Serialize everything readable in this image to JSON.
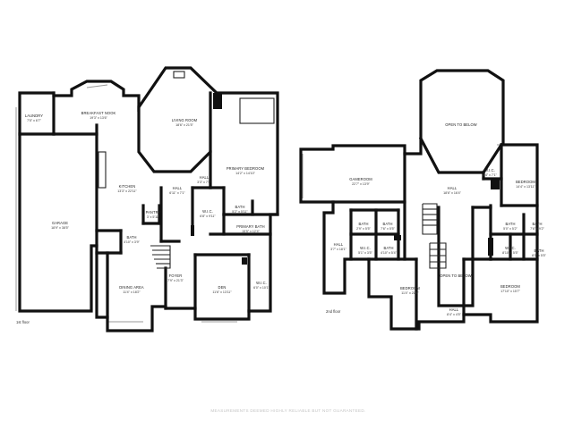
{
  "floors": [
    {
      "label": "1st floor",
      "rooms": [
        {
          "key": "laundry",
          "name": "LAUNDRY",
          "dims": "7'5\" x 6'7\""
        },
        {
          "key": "breakfast_nook",
          "name": "BREAKFAST NOOK",
          "dims": "19'3\" x 13'6\""
        },
        {
          "key": "living_room",
          "name": "LIVING ROOM",
          "dims": "18'6\" x 21'5\""
        },
        {
          "key": "kitchen",
          "name": "KITCHEN",
          "dims": "13'3\" x 22'11\""
        },
        {
          "key": "garage",
          "name": "GARAGE",
          "dims": "18'9\" x 38'5\""
        },
        {
          "key": "pantry",
          "name": "PANTRY",
          "dims": "3' x 5'11\""
        },
        {
          "key": "bath_1",
          "name": "BATH",
          "dims": "4'10\" x 3'9\""
        },
        {
          "key": "hall_1",
          "name": "HALL",
          "dims": "6'11\" x 7'1\""
        },
        {
          "key": "hall_2",
          "name": "HALL",
          "dims": "3'3\" x 7'5\""
        },
        {
          "key": "wic_1",
          "name": "W.I.C.",
          "dims": "6'8\" x 9'11\""
        },
        {
          "key": "bath_2",
          "name": "BATH",
          "dims": "5'2\" x 5'11\""
        },
        {
          "key": "primary_bedroom",
          "name": "PRIMARY BEDROOM",
          "dims": "14'2\" x 14'10\""
        },
        {
          "key": "primary_bath",
          "name": "PRIMARY BATH",
          "dims": "15'5\" x 12'4\""
        },
        {
          "key": "foyer",
          "name": "FOYER",
          "dims": "7'9\" x 21'3\""
        },
        {
          "key": "dining_area",
          "name": "DINING AREA",
          "dims": "11'4\" x 18'2\""
        },
        {
          "key": "den",
          "name": "DEN",
          "dims": "11'6\" x 13'11\""
        },
        {
          "key": "wic_2",
          "name": "W.I.C.",
          "dims": "6'0\" x 10'1\""
        }
      ]
    },
    {
      "label": "2nd floor",
      "rooms": [
        {
          "key": "open_below_1",
          "name": "OPEN TO BELOW",
          "dims": ""
        },
        {
          "key": "gameroom",
          "name": "GAMEROOM",
          "dims": "22'7\" x 13'9\""
        },
        {
          "key": "hall_3",
          "name": "HALL",
          "dims": "18'6\" x 16'4\""
        },
        {
          "key": "wic_3",
          "name": "W.I.C.",
          "dims": "6'4\" x 7'1\""
        },
        {
          "key": "bedroom_1",
          "name": "BEDROOM",
          "dims": "14'4\" x 13'11\""
        },
        {
          "key": "bath_3",
          "name": "BATH",
          "dims": "2'9\" x 5'5\""
        },
        {
          "key": "bath_4",
          "name": "BATH",
          "dims": "7'6\" x 5'5\""
        },
        {
          "key": "hall_4",
          "name": "HALL",
          "dims": "3'7\" x 18'1\""
        },
        {
          "key": "wic_4",
          "name": "W.I.C.",
          "dims": "5'1\" x 3'5\""
        },
        {
          "key": "bath_5",
          "name": "BATH",
          "dims": "4'10\" x 5'4\""
        },
        {
          "key": "bath_6",
          "name": "BATH",
          "dims": "5'0\" x 5'2\""
        },
        {
          "key": "bath_7",
          "name": "BATH",
          "dims": "7'6\" x 9'2\""
        },
        {
          "key": "wic_5",
          "name": "W.I.C.",
          "dims": "8'10\" x 5'5\""
        },
        {
          "key": "bath_8",
          "name": "BATH",
          "dims": "8'0\" x 5'5\""
        },
        {
          "key": "open_below_2",
          "name": "OPEN TO BELOW",
          "dims": ""
        },
        {
          "key": "bedroom_2",
          "name": "BEDROOM",
          "dims": "11'4\" x 21'8\""
        },
        {
          "key": "bedroom_3",
          "name": "BEDROOM",
          "dims": "17'10\" x 15'7\""
        },
        {
          "key": "hall_5",
          "name": "HALL",
          "dims": "8'4\" x 4'5\""
        }
      ]
    }
  ],
  "disclaimer": "MEASUREMENTS DEEMED HIGHLY RELIABLE BUT NOT GUARANTEED."
}
